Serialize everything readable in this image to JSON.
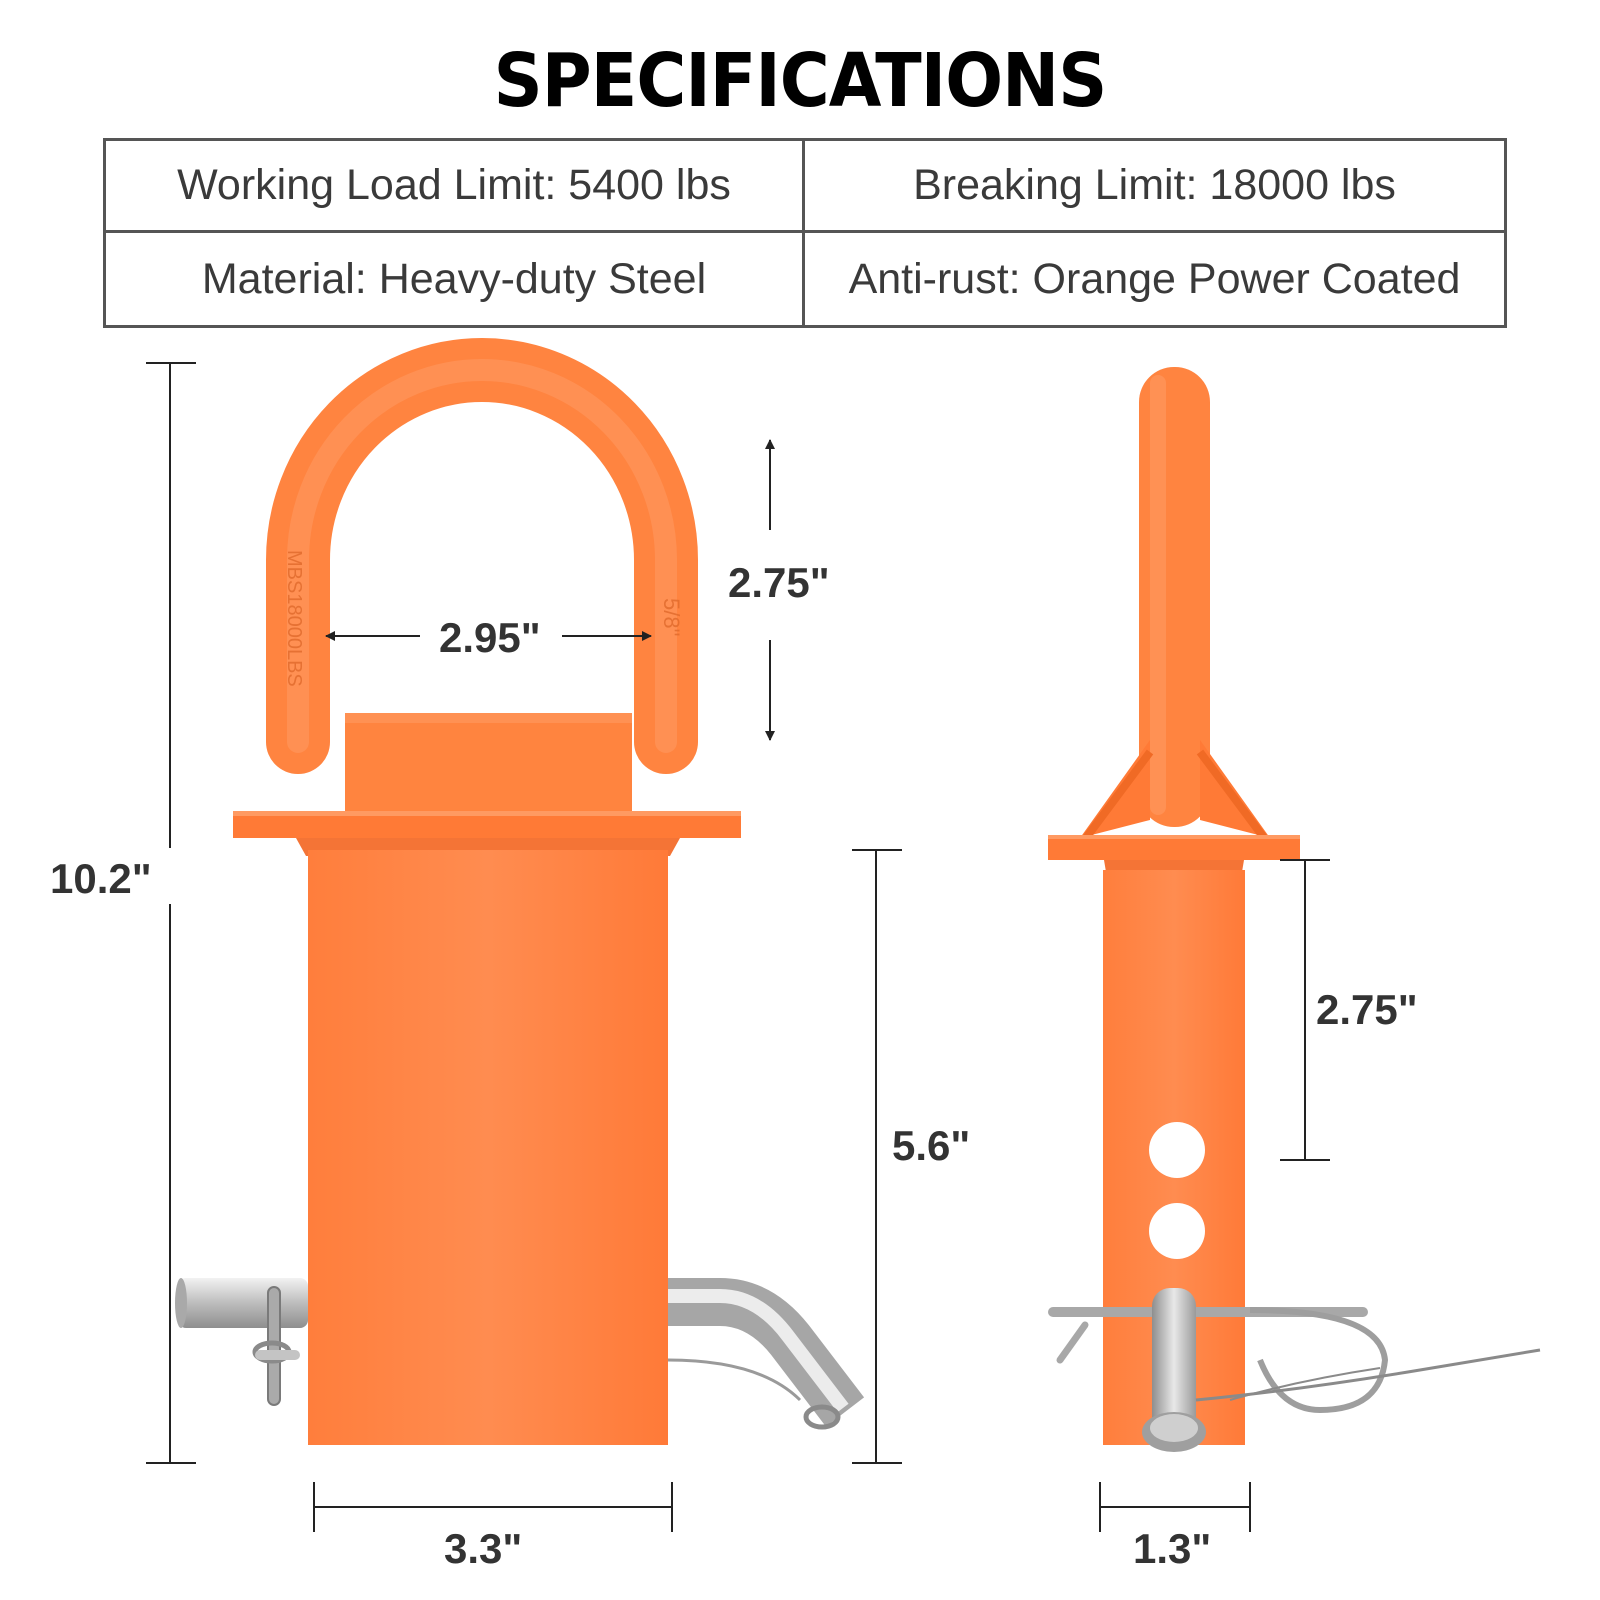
{
  "title": "SPECIFICATIONS",
  "specs": [
    "Working Load Limit: 5400 lbs",
    "Breaking Limit: 18000 lbs",
    "Material: Heavy-duty Steel",
    "Anti-rust: Orange Power Coated"
  ],
  "dimensions": {
    "total_height": "10.2\"",
    "ring_inner_width": "2.95\"",
    "ring_height": "2.75\"",
    "tube_height": "5.6\"",
    "tube_width": "3.3\"",
    "side_hole_spacing": "2.75\"",
    "side_width": "1.3\""
  },
  "ring_engraving": {
    "left": "MBS18000LBS",
    "right": "5/8\""
  },
  "colors": {
    "product_orange": "#ff8a4c",
    "product_orange_dark": "#f06a25",
    "pin_steel": "#c8c8c8",
    "dimension_lines": "#222222"
  }
}
